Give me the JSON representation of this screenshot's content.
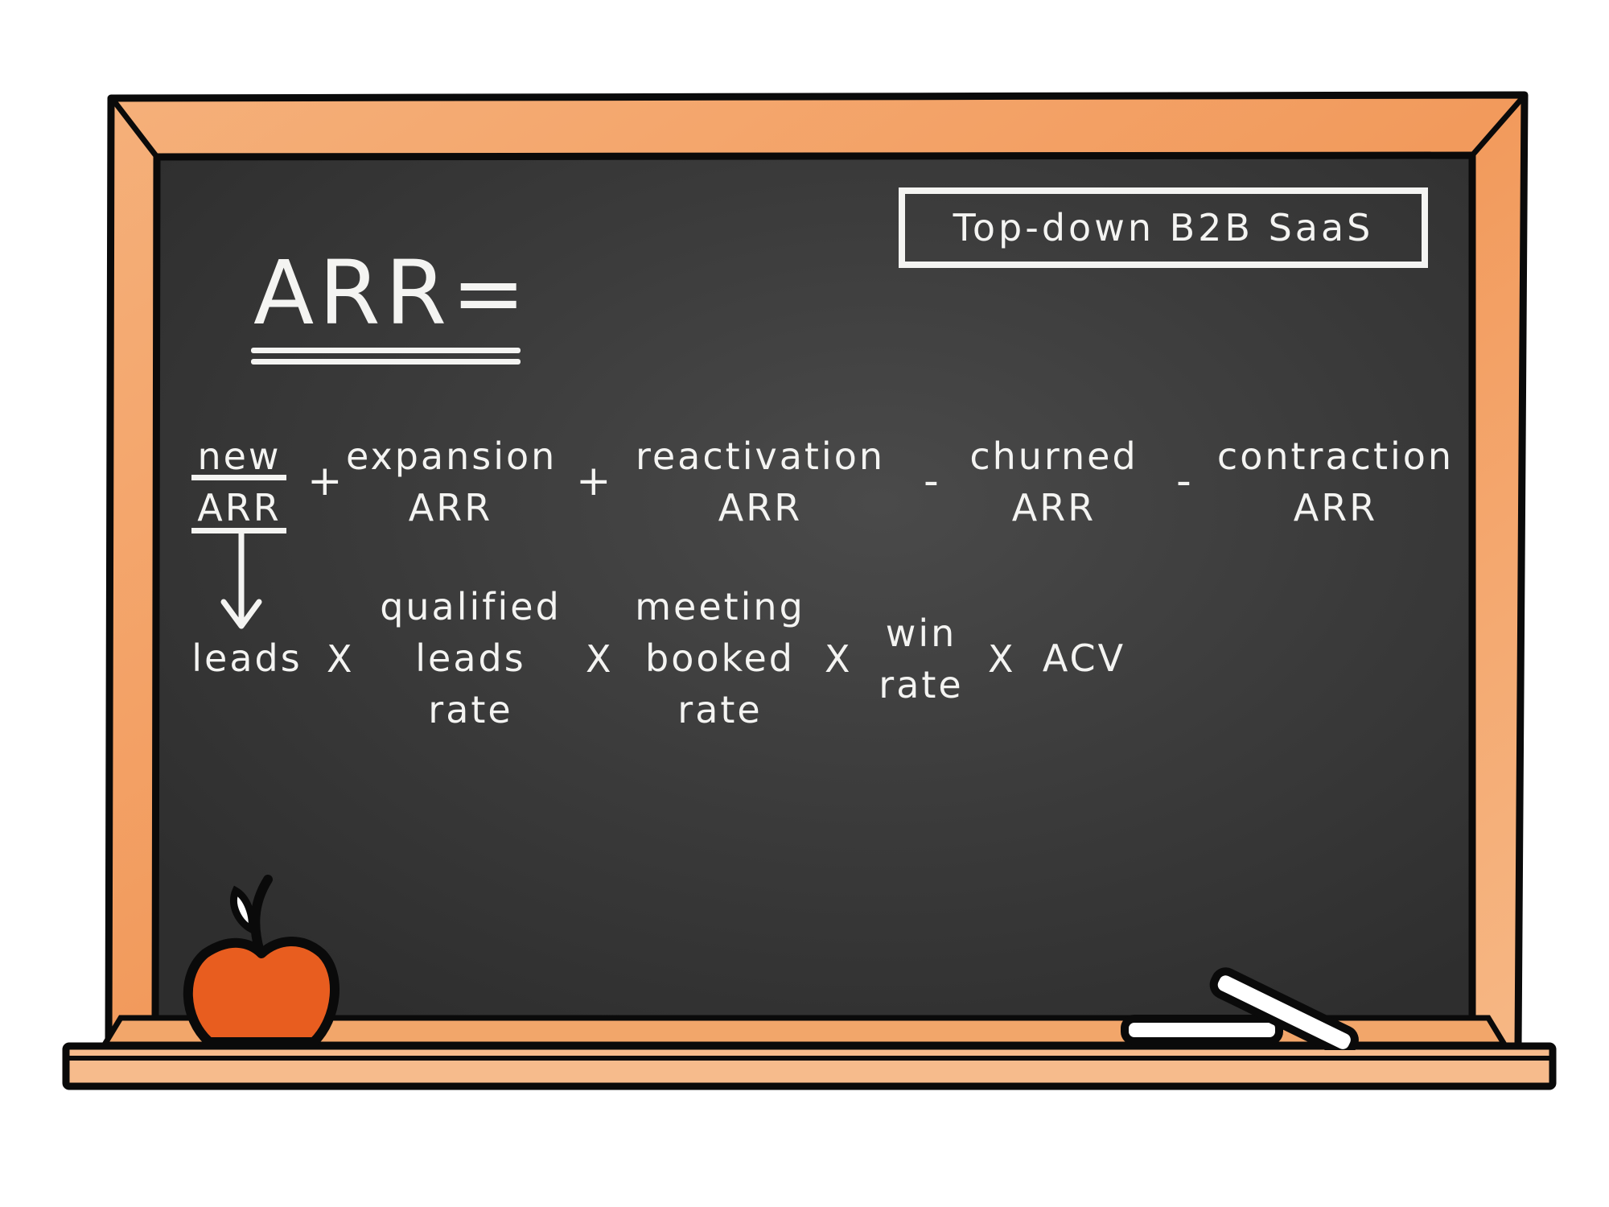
{
  "board": {
    "label": "Top-down B2B SaaS",
    "heading": "ARR=",
    "colors": {
      "chalkboard": "#383838",
      "frame": "#f2a66a",
      "frame_outline": "#0a0a0a",
      "chalk": "#f4f4f2",
      "apple": "#e85d1f"
    }
  },
  "formula": {
    "terms": [
      {
        "line1": "new",
        "line2": "ARR"
      },
      {
        "line1": "expansion",
        "line2": "ARR"
      },
      {
        "line1": "reactivation",
        "line2": "ARR"
      },
      {
        "line1": "churned",
        "line2": "ARR"
      },
      {
        "line1": "contraction",
        "line2": "ARR"
      }
    ],
    "operators": [
      "+",
      "+",
      "-",
      "-"
    ]
  },
  "breakdown": {
    "terms": [
      {
        "lines": [
          "leads"
        ]
      },
      {
        "lines": [
          "qualified",
          "leads",
          "rate"
        ]
      },
      {
        "lines": [
          "meeting",
          "booked",
          "rate"
        ]
      },
      {
        "lines": [
          "win",
          "rate"
        ]
      },
      {
        "lines": [
          "ACV"
        ]
      }
    ],
    "operators": [
      "X",
      "X",
      "X",
      "X"
    ]
  },
  "decorations": [
    "apple-icon",
    "chalk-pieces-icon",
    "down-arrow-icon"
  ]
}
